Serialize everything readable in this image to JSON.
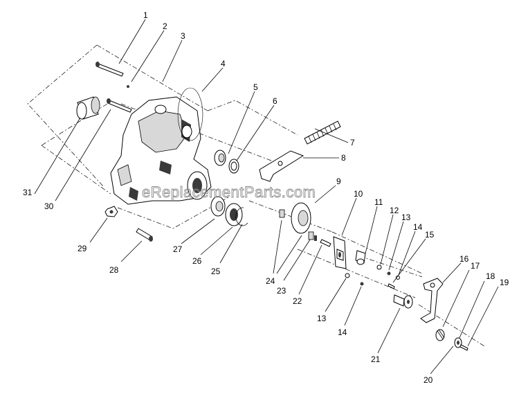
{
  "watermark": "eReplacementParts.com",
  "callouts": [
    {
      "id": "c1",
      "text": "1"
    },
    {
      "id": "c2",
      "text": "2"
    },
    {
      "id": "c3",
      "text": "3"
    },
    {
      "id": "c4",
      "text": "4"
    },
    {
      "id": "c5",
      "text": "5"
    },
    {
      "id": "c6",
      "text": "6"
    },
    {
      "id": "c7",
      "text": "7"
    },
    {
      "id": "c8",
      "text": "8"
    },
    {
      "id": "c9",
      "text": "9"
    },
    {
      "id": "c10",
      "text": "10"
    },
    {
      "id": "c11",
      "text": "11"
    },
    {
      "id": "c12",
      "text": "12"
    },
    {
      "id": "c13a",
      "text": "13"
    },
    {
      "id": "c14a",
      "text": "14"
    },
    {
      "id": "c15",
      "text": "15"
    },
    {
      "id": "c16",
      "text": "16"
    },
    {
      "id": "c17",
      "text": "17"
    },
    {
      "id": "c18",
      "text": "18"
    },
    {
      "id": "c19",
      "text": "19"
    },
    {
      "id": "c20",
      "text": "20"
    },
    {
      "id": "c21",
      "text": "21"
    },
    {
      "id": "c13b",
      "text": "13"
    },
    {
      "id": "c14b",
      "text": "14"
    },
    {
      "id": "c22",
      "text": "22"
    },
    {
      "id": "c23",
      "text": "23"
    },
    {
      "id": "c24",
      "text": "24"
    },
    {
      "id": "c25",
      "text": "25"
    },
    {
      "id": "c26",
      "text": "26"
    },
    {
      "id": "c27",
      "text": "27"
    },
    {
      "id": "c28",
      "text": "28"
    },
    {
      "id": "c29",
      "text": "29"
    },
    {
      "id": "c30",
      "text": "30"
    },
    {
      "id": "c31",
      "text": "31"
    }
  ]
}
